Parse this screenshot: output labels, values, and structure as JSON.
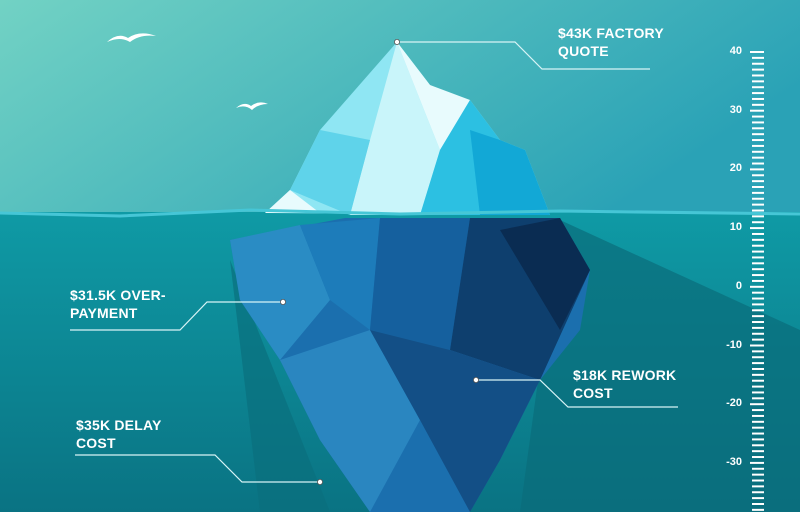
{
  "colors": {
    "sky_top": "#6fd0c6",
    "sky_bottom": "#2aa3b5",
    "water_top": "#0e8f9c",
    "water_bottom": "#06606f",
    "label": "#ffffff"
  },
  "callouts": [
    {
      "id": "factory-quote",
      "line1": "$43K FACTORY",
      "line2": "QUOTE"
    },
    {
      "id": "overpayment",
      "line1": "$31.5K OVER-",
      "line2": "PAYMENT"
    },
    {
      "id": "rework-cost",
      "line1": "$18K REWORK",
      "line2": "COST"
    },
    {
      "id": "delay-cost",
      "line1": "$35K DELAY",
      "line2": "COST"
    }
  ],
  "scale": {
    "labels": [
      "40",
      "30",
      "20",
      "10",
      "0",
      "-10",
      "-20",
      "-30"
    ],
    "max": 40,
    "min": -38,
    "minor_step": 1
  }
}
